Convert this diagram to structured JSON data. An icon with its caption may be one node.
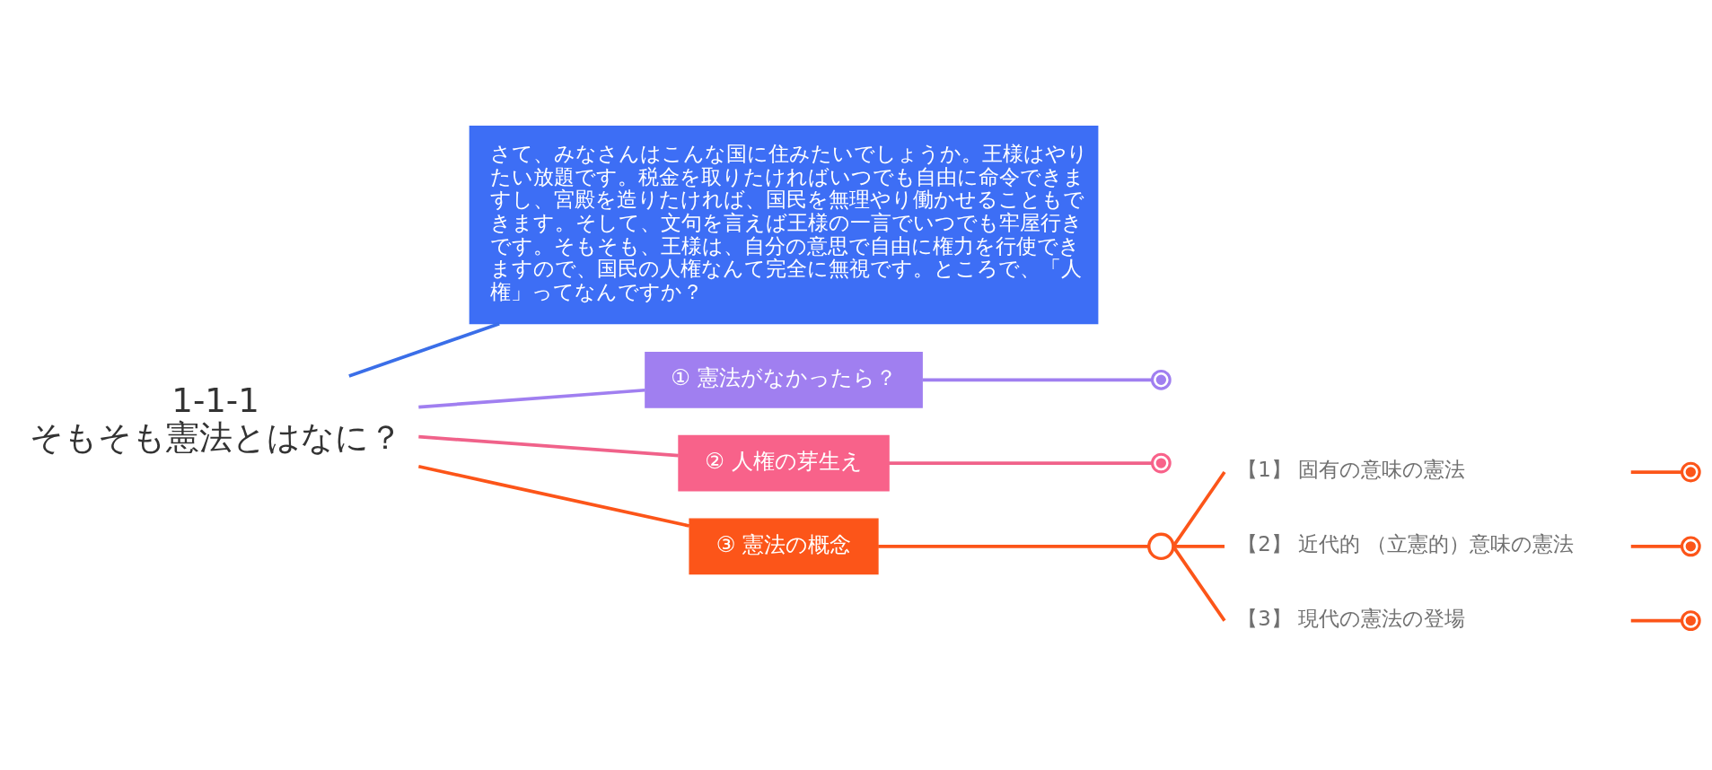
{
  "diagram": {
    "nodes": [
      {
        "text": [
          "1-1-1",
          "そもそも憲法とはなに？"
        ]
      },
      {
        "text": [
          "さて、みなさんはこんな国に住みたいでしょうか。王様はやりたい放題です。税金を取りたければいつでも自由に命令できますし、宮殿を造りたければ、国民を無理やり働かせることもできます。そして、文句を言えば王様の一言でいつでも牢屋行きです。そもそも、王様は、自分の意思で自由に権力を行使できますので、国民の人権なんて完全に無視です。ところで、「人権」ってなんですか？"
        ]
      },
      {
        "text": [
          "① 憲法がなかったら？"
        ]
      },
      {
        "text": [],
        "shape": "circle"
      },
      {
        "text": [
          "② 人権の芽生え"
        ]
      },
      {
        "text": [],
        "shape": "circle"
      },
      {
        "text": [
          "③ 憲法の概念"
        ]
      },
      {
        "text": [],
        "shape": "circle"
      },
      {
        "text": [
          "【1】 固有の意味の憲法"
        ]
      },
      {
        "text": [],
        "shape": "circle"
      },
      {
        "text": [
          "【2】 近代的 （立憲的）意味の憲法"
        ]
      },
      {
        "text": [],
        "shape": "circle"
      },
      {
        "text": [
          "【3】 現代の憲法の登場"
        ]
      },
      {
        "text": [],
        "shape": "circle"
      }
    ],
    "edges": [
      {
        "from": 0,
        "to": 1,
        "arrow": "none",
        "color": "#3a6ee8"
      },
      {
        "from": 0,
        "to": 2,
        "arrow": "none",
        "color": "#a07ff0"
      },
      {
        "from": 2,
        "to": 3,
        "arrow": "none",
        "color": "#a07ff0"
      },
      {
        "from": 0,
        "to": 4,
        "arrow": "none",
        "color": "#f0628a"
      },
      {
        "from": 4,
        "to": 5,
        "arrow": "none",
        "color": "#f0628a"
      },
      {
        "from": 0,
        "to": 6,
        "arrow": "none"
      },
      {
        "from": 6,
        "to": 7,
        "arrow": "none"
      },
      {
        "from": 7,
        "to": 8,
        "arrow": "none"
      },
      {
        "from": 8,
        "to": 9,
        "arrow": "none"
      },
      {
        "from": 7,
        "to": 10,
        "arrow": "none"
      },
      {
        "from": 10,
        "to": 11,
        "arrow": "none"
      },
      {
        "from": 7,
        "to": 12,
        "arrow": "none"
      },
      {
        "from": 12,
        "to": 13,
        "arrow": "none"
      }
    ]
  }
}
